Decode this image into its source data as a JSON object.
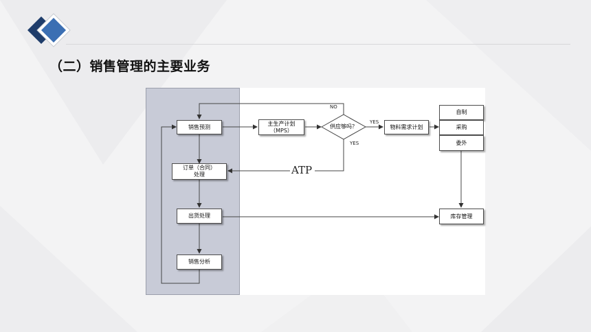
{
  "title": "（二）销售管理的主要业务",
  "nodes": {
    "sales_forecast": "销售预测",
    "order": "订单（合同）\n处理",
    "shipping": "出货处理",
    "sales_analysis": "销售分析",
    "mps": "主生产计划\n（MPS）",
    "supply_question": "供应够吗？",
    "mrp": "物料需求计划",
    "self_made": "自制",
    "purchase": "采购",
    "outsource": "委外",
    "inventory": "库存管理"
  },
  "labels": {
    "no": "NO",
    "yes_right": "YES",
    "yes_down": "YES",
    "atp": "ATP"
  }
}
